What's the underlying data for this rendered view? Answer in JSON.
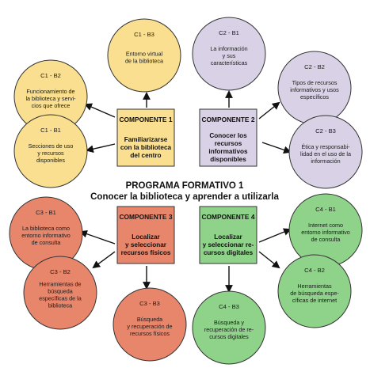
{
  "program": {
    "title": "PROGRAMA FORMATIVO 1",
    "subtitle": "Conocer la biblioteca y aprender a utilizarla"
  },
  "colors": {
    "c1": "#f9df8f",
    "c2": "#d9d2e6",
    "c3": "#e8866c",
    "c4": "#8fd28a",
    "stroke": "#333333",
    "arrow": "#111111"
  },
  "components": [
    {
      "id": "c1",
      "title": "COMPONENTE 1",
      "lines": [
        "Familiarizarse",
        "con la biblioteca",
        "del centro"
      ]
    },
    {
      "id": "c2",
      "title": "COMPONENTE 2",
      "lines": [
        "Conocer los",
        "recursos",
        "informativos",
        "disponibles"
      ]
    },
    {
      "id": "c3",
      "title": "COMPONENTE 3",
      "lines": [
        "Localizar",
        "y seleccionar",
        "recursos físicos"
      ]
    },
    {
      "id": "c4",
      "title": "COMPONENTE 4",
      "lines": [
        "Localizar",
        "y seleccionar re-",
        "cursos digitales"
      ]
    }
  ],
  "nodes": [
    {
      "code": "C1 - B3",
      "component": "c1",
      "lines": [
        "Entorno virtual",
        "de la biblioteca"
      ]
    },
    {
      "code": "C1 - B2",
      "component": "c1",
      "lines": [
        "Funcionamiento de",
        "la biblioteca y servi-",
        "cios que ofrece"
      ]
    },
    {
      "code": "C1 - B1",
      "component": "c1",
      "lines": [
        "Secciones de uso",
        "y recursos",
        "disponibles"
      ]
    },
    {
      "code": "C2 - B1",
      "component": "c2",
      "lines": [
        "La información",
        "y sus",
        "características"
      ]
    },
    {
      "code": "C2 - B2",
      "component": "c2",
      "lines": [
        "Tipos de recursos",
        "informativos y usos",
        "específicos"
      ]
    },
    {
      "code": "C2 - B3",
      "component": "c2",
      "lines": [
        "Ética y responsabi-",
        "lidad en el uso de la",
        "información"
      ]
    },
    {
      "code": "C3 - B1",
      "component": "c3",
      "lines": [
        "La biblioteca como",
        "entorno informativo",
        "de consulta"
      ]
    },
    {
      "code": "C3 - B2",
      "component": "c3",
      "lines": [
        "Herramientas de",
        "búsqueda",
        "específicas de la",
        "biblioteca"
      ]
    },
    {
      "code": "C3 - B3",
      "component": "c3",
      "lines": [
        "Búsqueda",
        "y recuperación de",
        "recursos físicos"
      ]
    },
    {
      "code": "C4 - B1",
      "component": "c4",
      "lines": [
        "Internet como",
        "entorno informativo",
        "de consulta"
      ]
    },
    {
      "code": "C4 - B2",
      "component": "c4",
      "lines": [
        "Herramientas",
        "de búsqueda espe-",
        "cíficas de internet"
      ]
    },
    {
      "code": "C4 - B3",
      "component": "c4",
      "lines": [
        "Búsqueda y",
        "recuperación de re-",
        "cursos digitales"
      ]
    }
  ]
}
